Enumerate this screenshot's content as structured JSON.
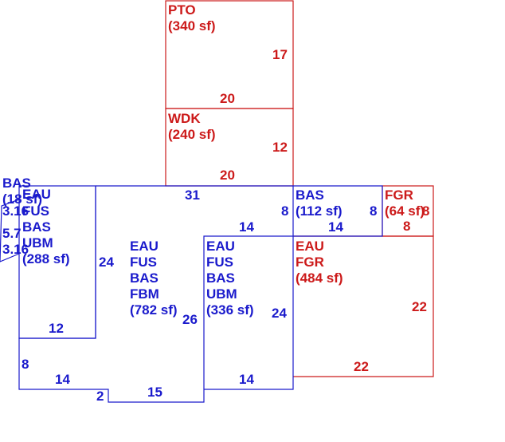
{
  "colors": {
    "living": "#1a1acc",
    "other": "#cc1a1a"
  },
  "areas": {
    "pto": {
      "lines": [
        "PTO",
        "(340 sf)"
      ]
    },
    "wdk": {
      "lines": [
        "WDK",
        "(240 sf)"
      ]
    },
    "bas_small": {
      "lines": [
        "BAS",
        "(18 sf)",
        "3.16",
        "5.7",
        "3.16"
      ]
    },
    "left_wing": {
      "lines": [
        "EAU",
        "FUS",
        "BAS",
        "UBM",
        "(288 sf)"
      ]
    },
    "main": {
      "lines": [
        "EAU",
        "FUS",
        "BAS",
        "FBM",
        "(782 sf)"
      ]
    },
    "center_wing": {
      "lines": [
        "EAU",
        "FUS",
        "BAS",
        "UBM",
        "(336 sf)"
      ]
    },
    "bas_right": {
      "lines": [
        "BAS",
        "(112 sf)"
      ]
    },
    "fgr_small": {
      "lines": [
        "FGR",
        "(64 sf)"
      ]
    },
    "garage": {
      "lines": [
        "EAU",
        "FGR",
        "(484 sf)"
      ]
    }
  },
  "dimensions": {
    "pto_right": "17",
    "pto_bottom": "20",
    "wdk_right": "12",
    "wdk_bottom": "20",
    "main_top": "31",
    "main_left": "24",
    "main_right": "26",
    "left_bottom": "12",
    "left_side": "8",
    "left_lower": "14",
    "notch": "2",
    "main_bottom": "15",
    "center_top": "14",
    "center_right": "24",
    "center_bottom": "14",
    "bas_left": "8",
    "bas_right": "8",
    "bas_bottom": "14",
    "fgr_right": "8",
    "fgr_bottom": "8",
    "garage_right": "22",
    "garage_bottom": "22"
  }
}
